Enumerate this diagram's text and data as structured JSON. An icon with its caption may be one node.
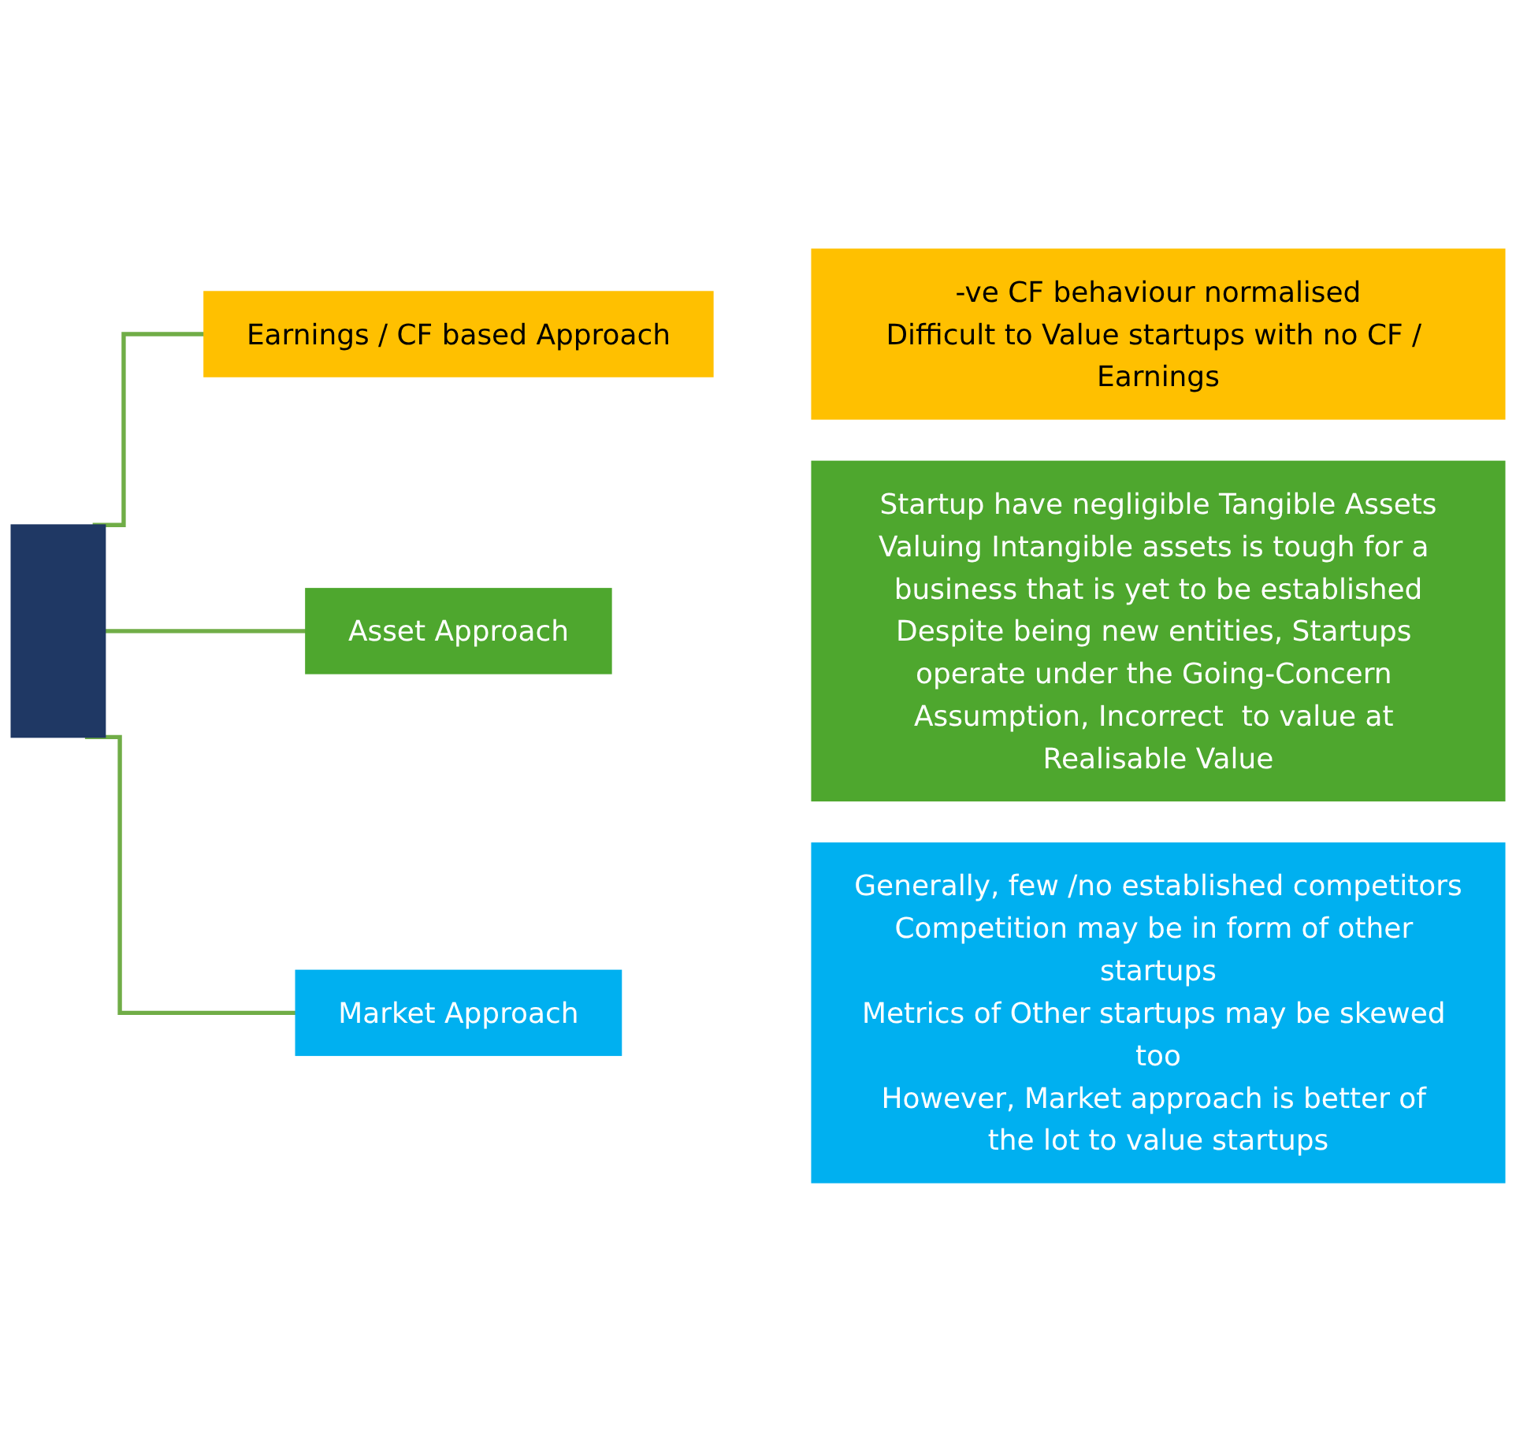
{
  "diagram": {
    "nodes": [
      {
        "text": [],
        "shape": "bar"
      },
      {
        "text": [
          "Earnings / CF based Approach"
        ]
      },
      {
        "text": [
          "Asset Approach"
        ]
      },
      {
        "text": [
          "Market Approach"
        ]
      },
      {
        "text": [
          "-ve CF behaviour normalised",
          "Difficult to Value startups with no CF / Earnings"
        ]
      },
      {
        "text": [
          "Startup have negligible Tangible Assets",
          "Valuing Intangible assets is tough for a business that is yet to be established",
          "Despite being new entities, Startups operate under the Going-Concern Assumption, Incorrect  to value at Realisable Value"
        ]
      },
      {
        "text": [
          "Generally, few /no established competitors",
          "Competition may be in form of other startups",
          "Metrics of Other startups may be skewed too",
          "However, Market approach is better of the lot to value startups"
        ]
      }
    ],
    "edges": [
      {
        "from": 0,
        "to": 1,
        "arrow": "none"
      },
      {
        "from": 0,
        "to": 2,
        "arrow": "none"
      },
      {
        "from": 0,
        "to": 3,
        "arrow": "none"
      }
    ]
  }
}
